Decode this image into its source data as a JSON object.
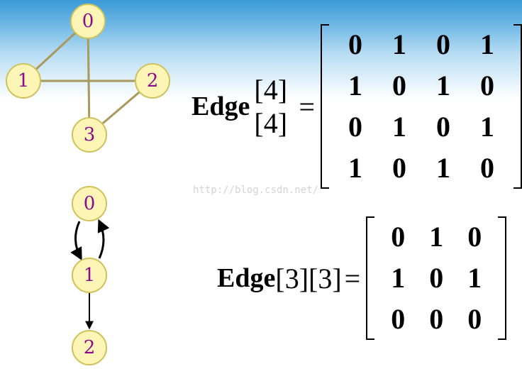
{
  "colors": {
    "node_fill": "#fcf5b6",
    "node_stroke": "#cfc25a",
    "node_text": "#8b0a8b",
    "undirected_edge": "#a89a5a",
    "directed_edge": "#000000",
    "top_gradient": "#3a9ad6"
  },
  "undirected_graph": {
    "nodes": [
      "0",
      "1",
      "2",
      "3"
    ],
    "edges": [
      [
        "0",
        "1"
      ],
      [
        "1",
        "2"
      ],
      [
        "0",
        "3"
      ],
      [
        "2",
        "3"
      ]
    ]
  },
  "directed_graph": {
    "nodes": [
      "0",
      "1",
      "2"
    ],
    "edges": [
      [
        "0",
        "1"
      ],
      [
        "1",
        "0"
      ],
      [
        "1",
        "2"
      ]
    ]
  },
  "matrix1": {
    "label": "Edge",
    "dim1": "4",
    "dim2": "4",
    "equals": "=",
    "rows": [
      [
        "0",
        "1",
        "0",
        "1"
      ],
      [
        "1",
        "0",
        "1",
        "0"
      ],
      [
        "0",
        "1",
        "0",
        "1"
      ],
      [
        "1",
        "0",
        "1",
        "0"
      ]
    ]
  },
  "matrix2": {
    "label": "Edge",
    "dim1": "3",
    "dim2": "3",
    "equals": "=",
    "rows": [
      [
        "0",
        "1",
        "0"
      ],
      [
        "1",
        "0",
        "1"
      ],
      [
        "0",
        "0",
        "0"
      ]
    ]
  },
  "watermark": "http://blog.csdn.net/"
}
